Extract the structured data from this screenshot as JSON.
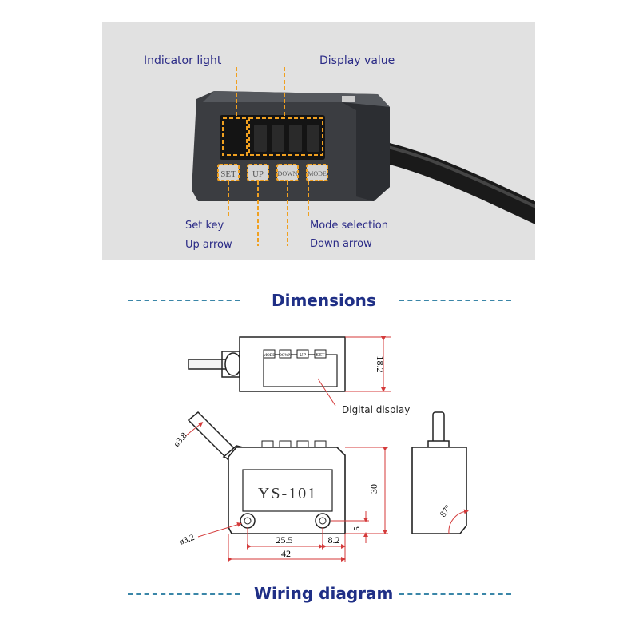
{
  "photo": {
    "callouts": {
      "indicator_light": "Indicator light",
      "display_value": "Display value",
      "set_key": "Set key",
      "up_arrow": "Up arrow",
      "mode_selection": "Mode selection",
      "down_arrow": "Down arrow"
    },
    "keys": {
      "set": "SET",
      "up": "UP",
      "down": "DOWN",
      "mode": "MODE"
    }
  },
  "sections": {
    "dimensions_title": "Dimensions",
    "wiring_title": "Wiring diagram"
  },
  "drawing": {
    "top_view": {
      "key_labels": [
        "MODE",
        "DOWN",
        "UP",
        "SET"
      ],
      "height_dim": "18.2",
      "digital_display_label": "Digital display"
    },
    "front_view": {
      "model_label": "YS-101",
      "cable_dia": "ø3.8",
      "hole_dia": "ø3.2",
      "width_overall": "42",
      "hole_spacing": "25.5",
      "hole_edge": "8.2",
      "height": "30",
      "hole_height": "5"
    },
    "side_view": {
      "angle": "87°"
    }
  },
  "colors": {
    "callout_text": "#2a2a86",
    "leader_line": "#f0a020",
    "heading_text": "#1f2f86",
    "dash_rule": "#3a86a8",
    "dimension_line": "#d43a3a",
    "sensor_body": "#3b3d41"
  }
}
